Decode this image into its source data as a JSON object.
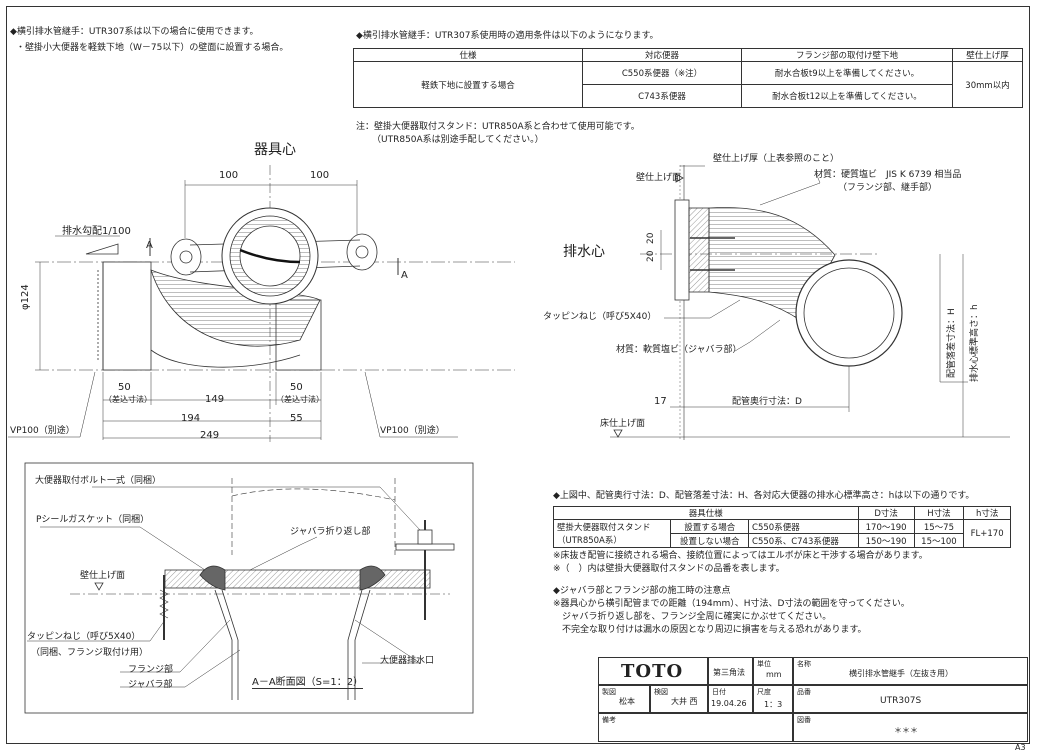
{
  "left_notes": [
    "◆横引排水管継手：UTR307系は以下の場合に使用できます。",
    "・壁掛小大便器を軽鉄下地（W－75以下）の壁面に設置する場合。"
  ],
  "table_heading": "◆横引排水管継手：UTR307系使用時の適用条件は以下のようになります。",
  "spec_table": {
    "headers": [
      "仕様",
      "対応便器",
      "フランジ部の取付け壁下地",
      "壁仕上げ厚"
    ],
    "condition": "軽鉄下地に設置する場合",
    "rows": [
      {
        "bowl": "C550系便器（※注）",
        "flange": "耐水合板t9以上を準備してください。"
      },
      {
        "bowl": "C743系便器",
        "flange": "耐水合板t12以上を準備してください。"
      }
    ],
    "thickness": "30mm以内"
  },
  "note_stand": [
    "注：壁掛大便器取付スタンド：UTR850A系と合わせて使用可能です。",
    "（UTR850A系は別途手配してください。）"
  ],
  "plan_view": {
    "center_label": "器具心",
    "dim_100_left": "100",
    "dim_100_right": "100",
    "slope_label": "排水勾配1/100",
    "section_a": "A",
    "diameter_label": "φ124",
    "dim_50_left": "50",
    "sub_left": "（差込寸法）",
    "dim_149": "149",
    "dim_50_right": "50",
    "sub_right": "（差込寸法）",
    "dim_194": "194",
    "dim_55": "55",
    "dim_249": "249",
    "vp_left": "VP100（別途）",
    "vp_right": "VP100（別途）"
  },
  "side_view": {
    "wall_finish_thickness": "壁仕上げ厚（上表参照のこと）",
    "wall_finish": "壁仕上げ面",
    "material_top_1": "材質：硬質塩ビ　JIS K 6739 相当品",
    "material_top_2": "（フランジ部、継手部）",
    "drain_center": "排水心",
    "dim_20_a": "20",
    "dim_20_b": "20",
    "tapping_screw": "タッピンねじ（呼び5X40）",
    "material_soft": "材質：軟質塩ビ（ジャバラ部）",
    "drop_h": "配管落差寸法：H",
    "std_height": "排水心標準高さ：h",
    "dim_17": "17",
    "depth_d": "配管奥行寸法：D",
    "floor_finish": "床仕上げ面"
  },
  "section_view": {
    "bolt_label": "大便器取付ボルト一式（同梱）",
    "gasket_label": "Pシールガスケット（同梱）",
    "fold_label": "ジャバラ折り返し部",
    "wall_finish": "壁仕上げ面",
    "screw_label": "タッピンねじ（呼び5X40）",
    "screw_sub": "（同梱、フランジ取付け用）",
    "flange_label": "フランジ部",
    "bellows_label": "ジャバラ部",
    "outlet_label": "大便器排水口",
    "caption": "A－A断面図（S=1：2）"
  },
  "dim_table": {
    "intro": "◆上図中、配管奥行寸法：D、配管落差寸法：H、各対応大便器の排水心標準高さ：hは以下の通りです。",
    "headers": [
      "器具仕様",
      "D寸法",
      "H寸法",
      "h寸法"
    ],
    "stand_1": "壁掛大便器取付スタンド",
    "stand_2": "（UTR850A系）",
    "rows": [
      {
        "install": "設置する場合",
        "bowl": "C550系便器",
        "d": "170～190",
        "h": "15～75"
      },
      {
        "install": "設置しない場合",
        "bowl": "C550系、C743系便器",
        "d": "150～190",
        "h": "15～100"
      }
    ],
    "h_value": "FL+170",
    "notes": [
      "※床抜き配管に接続される場合、接続位置によってはエルボが床と干渉する場合があります。",
      "※（　）内は壁掛大便器取付スタンドの品番を表します。"
    ]
  },
  "install_notes": {
    "heading": "◆ジャバラ部とフランジ部の施工時の注意点",
    "lines": [
      "※器具心から横引配管までの距離（194mm）、H寸法、D寸法の範囲を守ってください。",
      "ジャバラ折り返し部を、フランジ全周に確実にかぶせてください。",
      "不完全な取り付けは漏水の原因となり周辺に損害を与える恐れがあります。"
    ]
  },
  "title_block": {
    "brand": "TOTO",
    "projection": "第三角法",
    "unit_label": "単位",
    "unit": "mm",
    "name_label": "名称",
    "name": "横引排水管継手（左抜き用）",
    "drawn_label": "製図",
    "drawn_by": "松本",
    "checked_label": "検図",
    "checked_by": "大井 西",
    "date_label": "日付",
    "date": "19.04.26",
    "scale_label": "尺度",
    "scale": "1：3",
    "part_label": "品番",
    "part": "UTR307S",
    "remarks_label": "備考",
    "drawing_no_label": "図番",
    "drawing_no": "＊＊＊"
  },
  "paper_size": "A3"
}
